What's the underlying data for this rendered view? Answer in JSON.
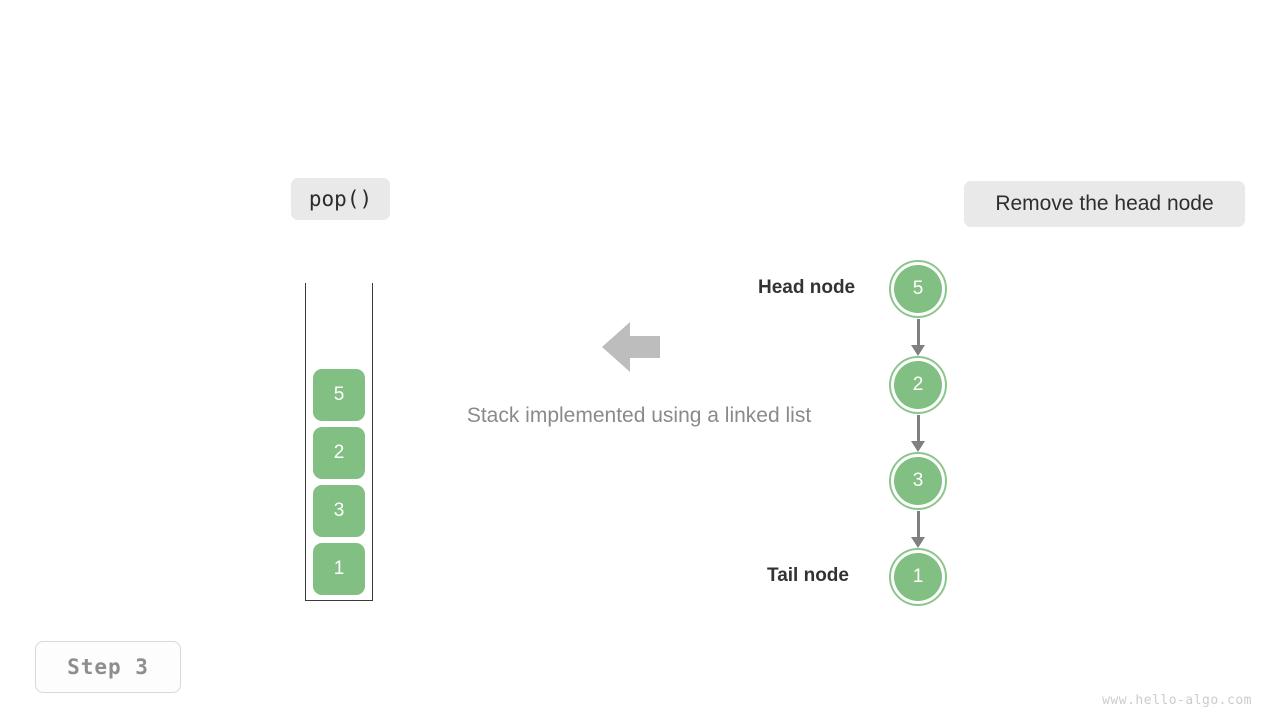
{
  "operation_badge": {
    "label": "pop()"
  },
  "description_badge": {
    "label": "Remove the head node"
  },
  "step_badge": {
    "label": "Step 3"
  },
  "watermark": {
    "text": "www.hello-algo.com"
  },
  "caption": {
    "text": "Stack implemented using a linked list"
  },
  "arrow": {
    "icon": "arrow-left-icon",
    "direction": "left",
    "color": "#bdbdbd"
  },
  "array_stack": {
    "cells": [
      {
        "value": "5"
      },
      {
        "value": "2"
      },
      {
        "value": "3"
      },
      {
        "value": "1"
      }
    ]
  },
  "linked_list": {
    "head_label": "Head node",
    "tail_label": "Tail node",
    "nodes": [
      {
        "value": "5"
      },
      {
        "value": "2"
      },
      {
        "value": "3"
      },
      {
        "value": "1"
      }
    ]
  },
  "colors": {
    "node_fill": "#82bf82",
    "node_ring": "#8cc68c",
    "badge_bg": "#e9e9e9",
    "link_gray": "#808080",
    "caption_gray": "#8a8a8a",
    "label_dark": "#333333",
    "watermark_gray": "#cccccc"
  }
}
